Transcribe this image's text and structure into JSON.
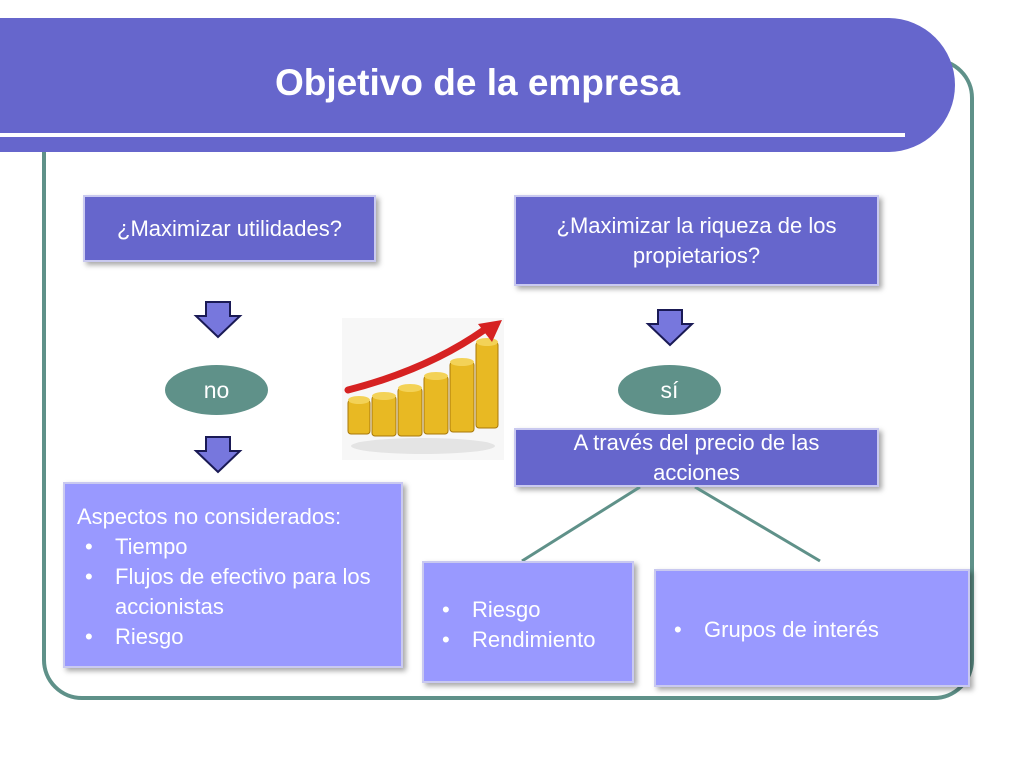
{
  "title": "Objetivo de la empresa",
  "left": {
    "question": "¿Maximizar utilidades?",
    "answer": "no",
    "aspects_heading": "Aspectos no considerados:",
    "aspects": [
      "Tiempo",
      "Flujos de efectivo para los accionistas",
      "Riesgo"
    ]
  },
  "right": {
    "question": "¿Maximizar la riqueza de los propietarios?",
    "answer": "sí",
    "means": "A través del precio de las acciones",
    "branch_a": [
      "Riesgo",
      "Rendimiento"
    ],
    "branch_b": [
      "Grupos de interés"
    ]
  },
  "image_icon": "coins-growth-arrow-icon",
  "colors": {
    "title_bar": "#6666cc",
    "box": "#6666cc",
    "box_light": "#9999ff",
    "oval": "#5f9189",
    "frame": "#5f9189",
    "arrow": "#7777dd"
  }
}
